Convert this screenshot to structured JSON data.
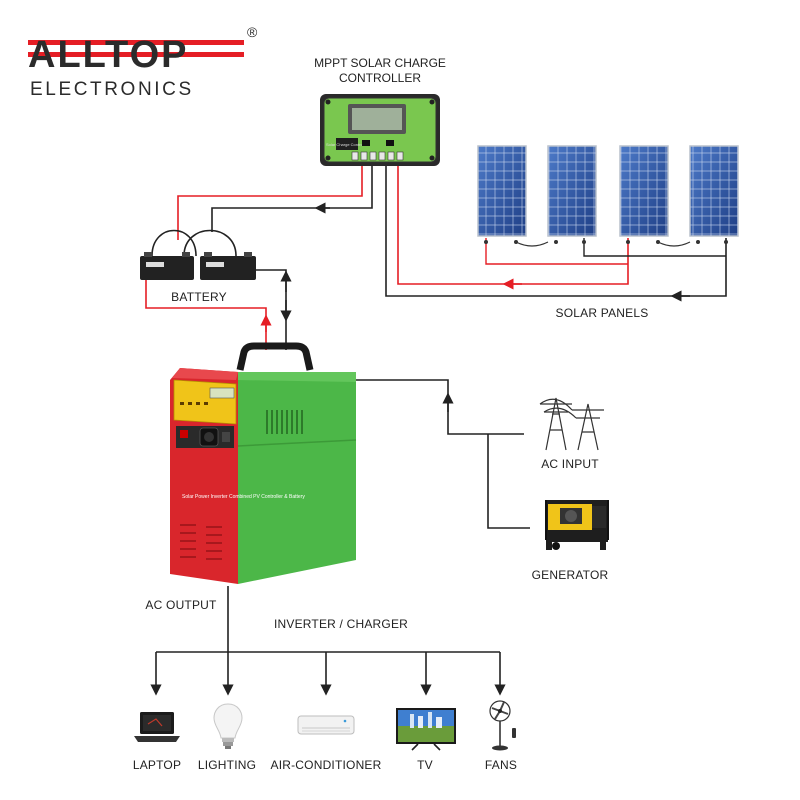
{
  "brand": {
    "name": "ALLTOP",
    "subtitle": "ELECTRONICS",
    "registered": "®",
    "accent_color": "#e51e25"
  },
  "controller": {
    "title_line1": "MPPT SOLAR CHARGE",
    "title_line2": "CONTROLLER",
    "device_text": "Solar Charge Controller"
  },
  "labels": {
    "battery": "BATTERY",
    "solar_panels": "SOLAR PANELS",
    "ac_input": "AC INPUT",
    "generator": "GENERATOR",
    "ac_output": "AC OUTPUT",
    "inverter": "INVERTER / CHARGER"
  },
  "inverter_device_text": "Solar Power Inverter Combined PV Controller & Battery",
  "loads": [
    {
      "label": "LAPTOP",
      "icon": "laptop-icon"
    },
    {
      "label": "LIGHTING",
      "icon": "light-bulb-icon"
    },
    {
      "label": "AIR-CONDITIONER",
      "icon": "air-conditioner-icon"
    },
    {
      "label": "TV",
      "icon": "tv-icon"
    },
    {
      "label": "FANS",
      "icon": "fan-icon"
    }
  ],
  "colors": {
    "positive_wire": "#e51e25",
    "negative_wire": "#222222",
    "inverter_red": "#d9262c",
    "inverter_green": "#4cb748",
    "panel_blue": "#2f5aa8",
    "controller_green": "#6cc04a"
  }
}
